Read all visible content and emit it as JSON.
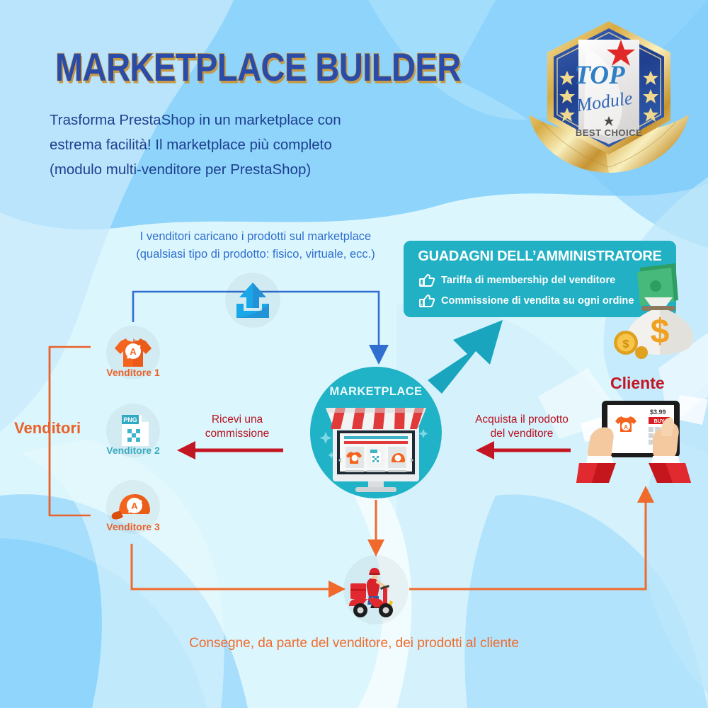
{
  "header": {
    "title": "MARKETPLACE BUILDER",
    "subtitle_line1": "Trasforma PrestaShop in un marketplace con",
    "subtitle_line2": "estrema facilità! Il marketplace più completo",
    "subtitle_line3": "(modulo multi-venditore per PrestaShop)"
  },
  "badge": {
    "top": "TOP",
    "module": "Module",
    "best_choice": "BEST CHOICE"
  },
  "upload": {
    "line1": "I venditori caricano i prodotti sul marketplace",
    "line2": "(qualsiasi tipo di prodotto: fisico, virtuale, ecc.)",
    "icon": "upload-icon"
  },
  "admin_box": {
    "title": "GUADAGNI DELL’AMMINISTRATORE",
    "items": [
      {
        "label": "Tariffa di membership del venditore",
        "icon": "thumbs-up-icon"
      },
      {
        "label": "Commissione di vendita su ogni ordine",
        "icon": "thumbs-up-icon"
      }
    ],
    "decoration": "money-bag-icon"
  },
  "vendors": {
    "group_label": "Venditori",
    "items": [
      {
        "label": "Venditore 1",
        "icon": "tshirt-icon",
        "label_color": "#e8622a"
      },
      {
        "label": "Venditore 2",
        "icon": "png-file-icon",
        "label_color": "#3aabc0"
      },
      {
        "label": "Venditore 3",
        "icon": "cap-icon",
        "label_color": "#e8622a"
      }
    ]
  },
  "marketplace": {
    "title": "MARKETPLACE",
    "icon": "storefront-monitor-icon",
    "products": [
      "tshirt-icon",
      "png-file-icon",
      "cap-icon"
    ]
  },
  "client": {
    "label": "Cliente",
    "icon": "hands-tablet-icon",
    "tablet": {
      "price": "$3.99",
      "buy_label": "BUY",
      "product": "tshirt-icon"
    }
  },
  "flows": {
    "commission": {
      "line1": "Ricevi una",
      "line2": "commissione",
      "color": "#b7121f"
    },
    "purchase": {
      "line1": "Acquista il prodotto",
      "line2": "del venditore",
      "color": "#b7121f"
    },
    "delivery": {
      "label": "Consegne, da parte del venditore, dei prodotti al cliente",
      "color": "#ef6a2b",
      "icon": "scooter-delivery-icon"
    }
  },
  "colors": {
    "teal": "#20b2c6",
    "orange": "#ef6a2b",
    "red": "#c41522",
    "blue": "#2f6fd0",
    "title_blue": "#2a4ba8",
    "bg_top": "#8ed4fb",
    "bg_mid": "#dcf6fd"
  }
}
